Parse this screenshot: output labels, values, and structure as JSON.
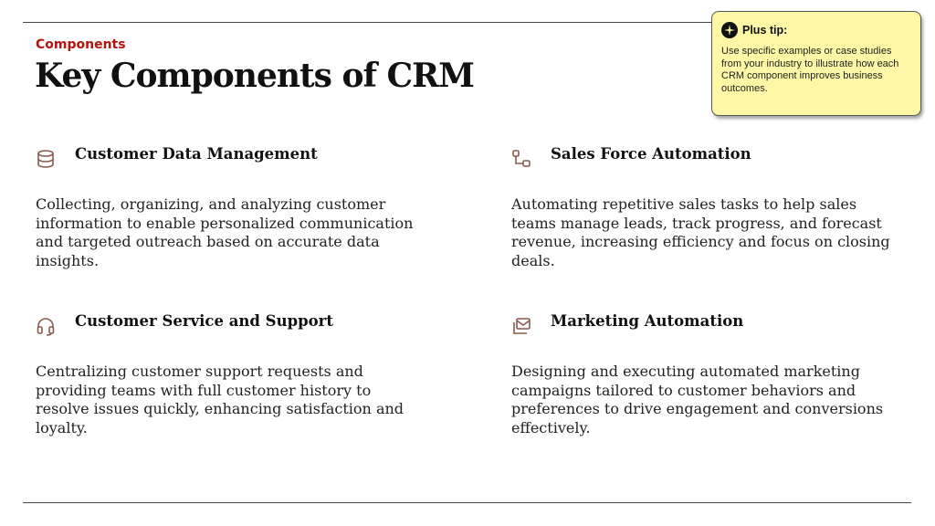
{
  "header": {
    "eyebrow": "Components",
    "title": "Key Components of CRM"
  },
  "tip": {
    "heading": "Plus tip:",
    "icon": "sparkle-icon",
    "body": "Use specific examples or case studies from your industry to illustrate how each CRM component improves business outcomes."
  },
  "components": [
    {
      "icon": "database-icon",
      "title": "Customer Data Management",
      "description": "Collecting, organizing, and analyzing customer information to enable personalized communication and targeted outreach based on accurate data insights."
    },
    {
      "icon": "workflow-icon",
      "title": "Sales Force Automation",
      "description": "Automating repetitive sales tasks to help sales teams manage leads, track progress, and forecast revenue, increasing efficiency and focus on closing deals."
    },
    {
      "icon": "headset-icon",
      "title": "Customer Service and Support",
      "description": "Centralizing customer support requests and providing teams with full customer history to resolve issues quickly, enhancing satisfaction and loyalty."
    },
    {
      "icon": "mail-stack-icon",
      "title": "Marketing Automation",
      "description": "Designing and executing automated marketing campaigns tailored to customer behaviors and preferences to drive engagement and conversions effectively."
    }
  ],
  "colors": {
    "accent": "#b3140f",
    "tip_background": "#fdf7a6",
    "icon": "#8a5a4a"
  }
}
